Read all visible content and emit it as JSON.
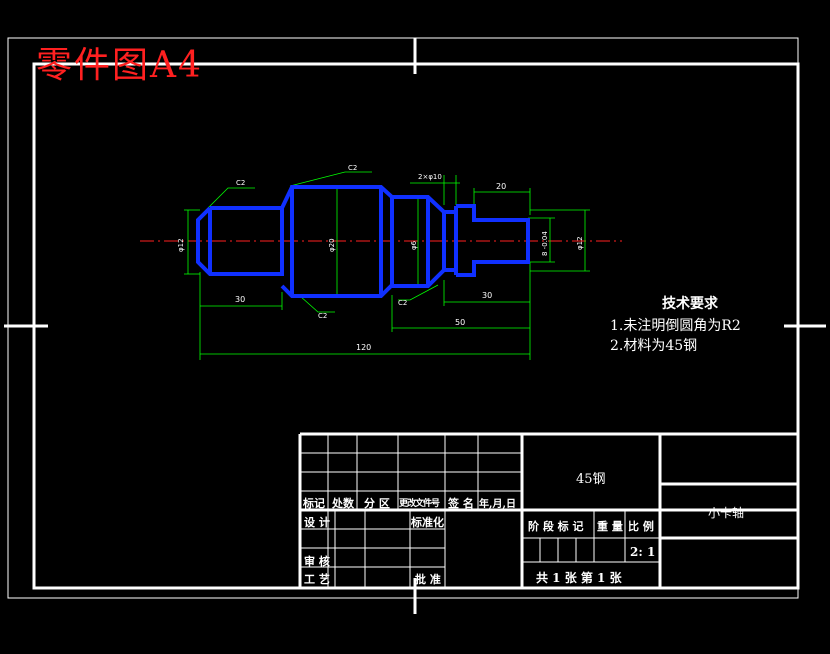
{
  "header": {
    "title": "零件图A4"
  },
  "requirements": {
    "title": "技术要求",
    "items": [
      "1.未注明倒圆角为R2",
      "2.材料为45钢"
    ]
  },
  "dimensions": {
    "c2_left": "C2",
    "c2_top": "C2",
    "groove": "2×φ10",
    "len_20": "20",
    "dia_left": "φ12",
    "dia_mid": "φ20",
    "dia_6": "φ6",
    "dia_small": "8 -0.04",
    "dia_right": "φ12",
    "len_30_left": "30",
    "c2_bottom_mid": "C2",
    "c2_bottom_right": "C2",
    "len_30_right": "30",
    "len_50": "50",
    "len_120": "120"
  },
  "title_block": {
    "material": "45钢",
    "part_name": "小卡轴",
    "row_labels": [
      "标记",
      "处数",
      "分 区",
      "更改文件号",
      "签 名",
      "年,月,日"
    ],
    "design": "设 计",
    "standard": "标准化",
    "stage": "阶 段 标 记",
    "weight": "重 量",
    "scale_label": "比 例",
    "scale": "2: 1",
    "review": "审 核",
    "process": "工 艺",
    "approve": "批 准",
    "sheets": "共 1 张   第 1 张"
  },
  "colors": {
    "part": "#1030ff",
    "dimension": "#00ff00",
    "centerline": "#ff2020",
    "frame": "#ffffff"
  }
}
